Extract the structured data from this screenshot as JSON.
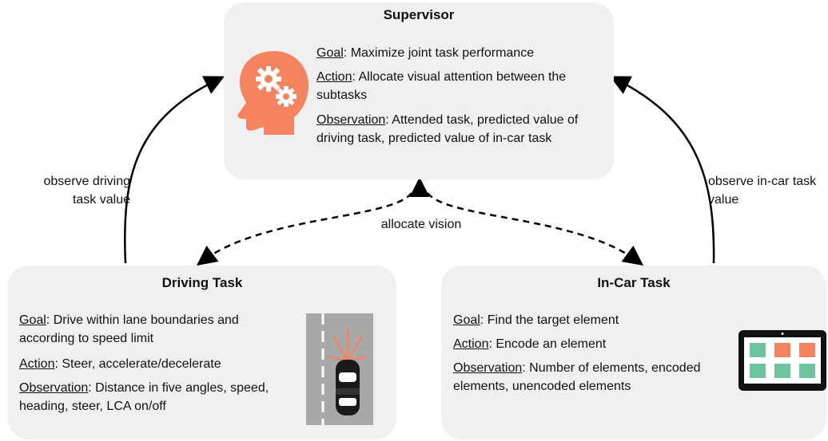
{
  "supervisor": {
    "title": "Supervisor",
    "goal_key": "Goal",
    "goal_text": ": Maximize joint task performance",
    "action_key": "Action",
    "action_text": ": Allocate visual attention between the subtasks",
    "observation_key": "Observation",
    "observation_text": ": Attended task, predicted value of driving task, predicted value of in-car task",
    "icon": "head-gears-icon"
  },
  "driving_task": {
    "title": "Driving Task",
    "goal_key": "Goal",
    "goal_text": ": Drive within lane boundaries and according to speed limit",
    "action_key": "Action",
    "action_text": ": Steer, accelerate/decelerate",
    "observation_key": "Observation",
    "observation_text": ": Distance in five angles, speed, heading, steer, LCA on/off",
    "icon": "car-on-road-icon"
  },
  "in_car_task": {
    "title": "In-Car Task",
    "goal_key": "Goal",
    "goal_text": ": Find the target element",
    "action_key": "Action",
    "action_text": ": Encode an element",
    "observation_key": "Observation",
    "observation_text": ": Number of elements, encoded elements, unencoded elements",
    "icon": "tablet-grid-icon"
  },
  "edges": {
    "observe_driving": "observe driving task value",
    "observe_incar": "observe in-car task value",
    "allocate": "allocate vision"
  },
  "colors": {
    "box_bg": "#f0f0f0",
    "accent_orange": "#f4845f",
    "accent_green": "#6cc59f",
    "road_gray": "#a8a8a8",
    "arrow": "#000000"
  }
}
